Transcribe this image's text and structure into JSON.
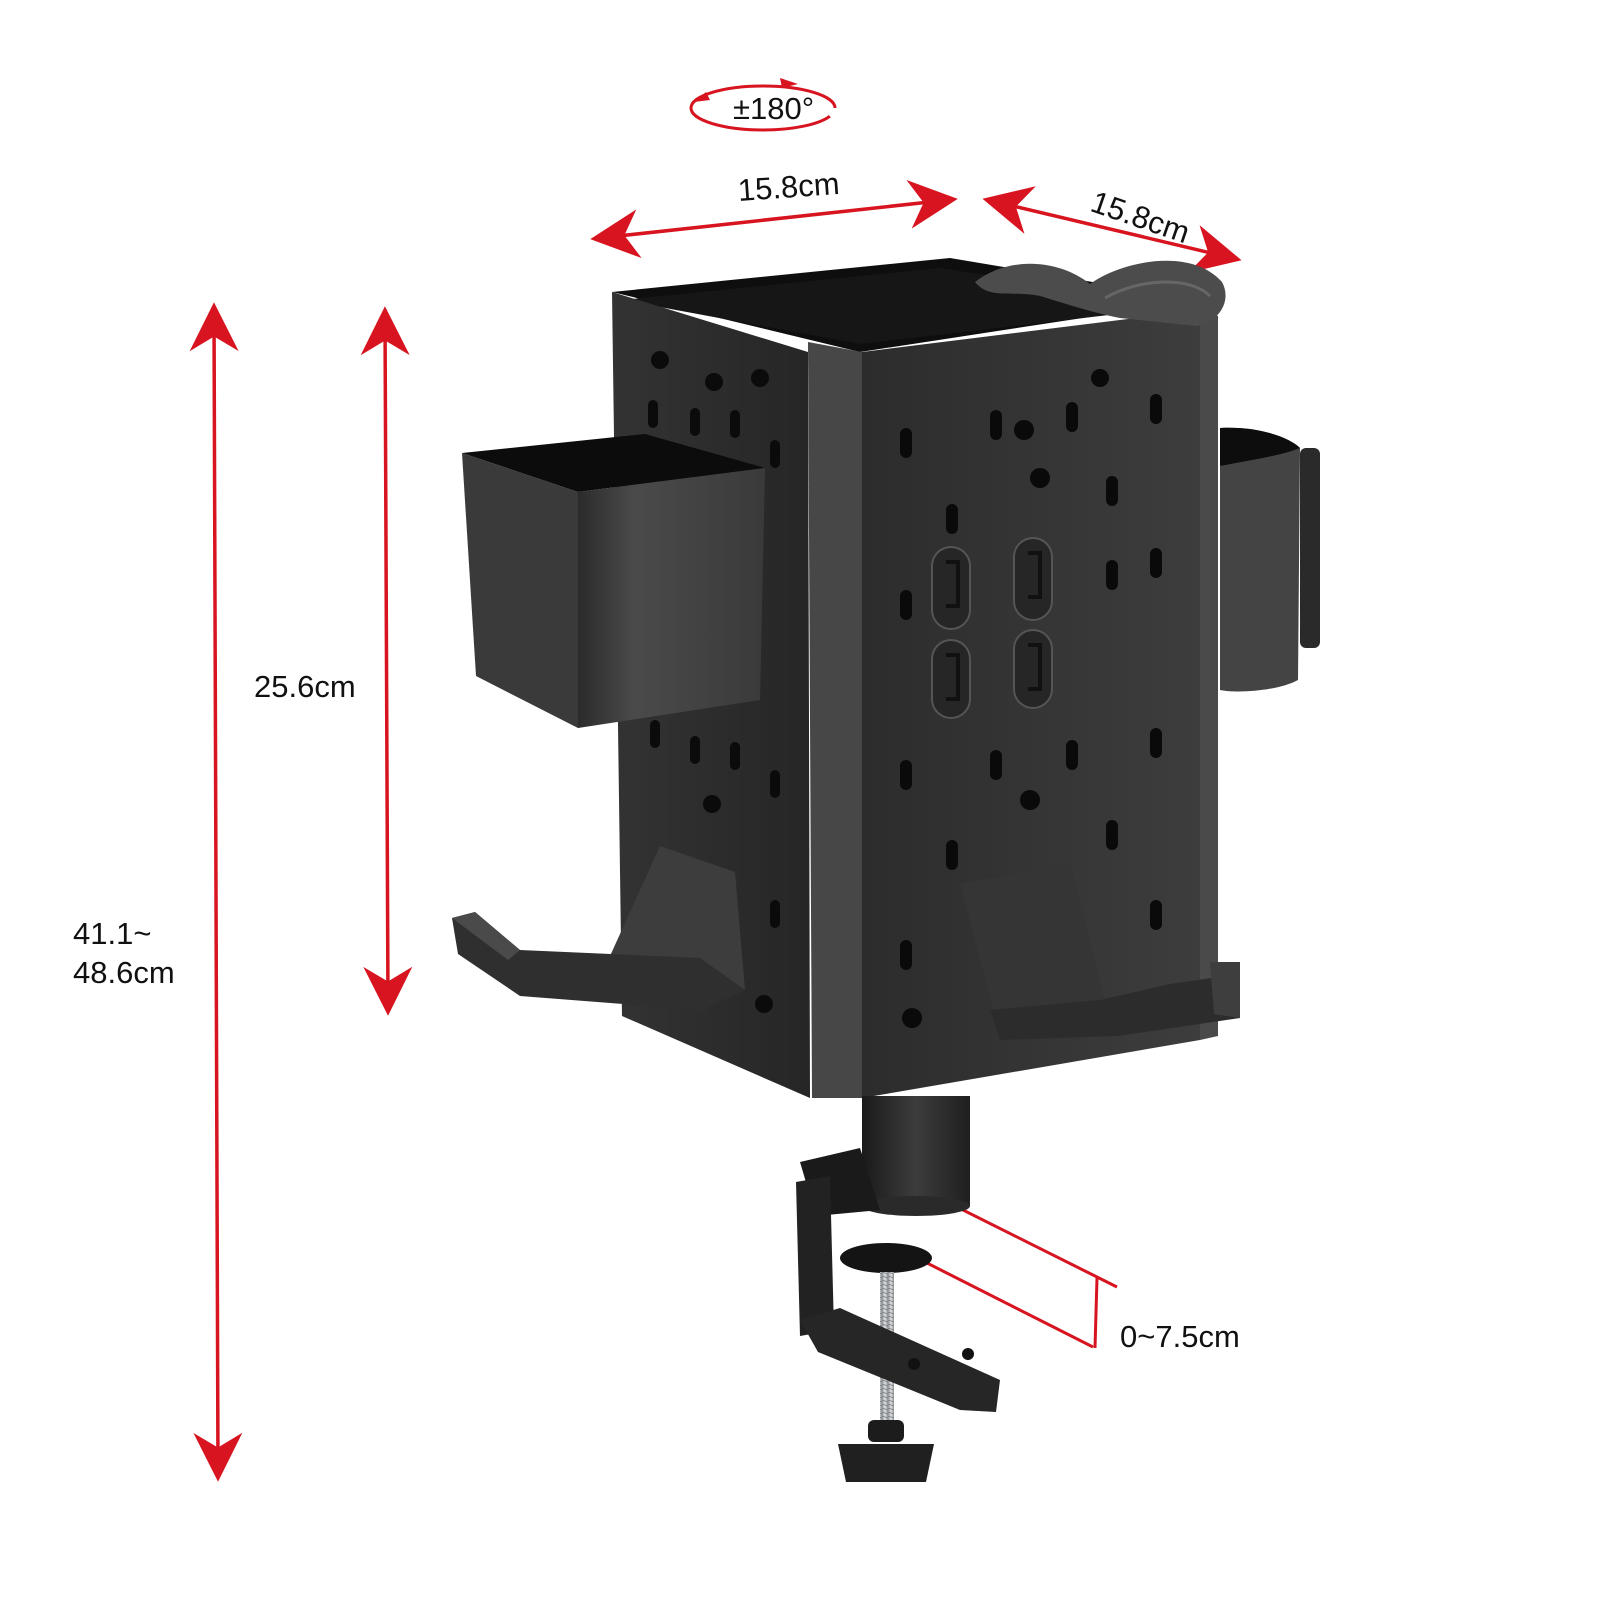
{
  "diagram": {
    "subject": "Pegboard desk organizer tower with C-clamp mount",
    "colors": {
      "dimension_line": "#d7141f",
      "text": "#111111",
      "product_dark": "#1e1e1e",
      "product_mid": "#3a3a3a",
      "product_light": "#575757",
      "background": "#ffffff"
    },
    "dimensions": {
      "rotation": "±180°",
      "width": "15.8cm",
      "depth": "15.8cm",
      "box_height": "25.6cm",
      "total_height_line1": "41.1~",
      "total_height_line2": "48.6cm",
      "clamp_range": "0~7.5cm"
    },
    "components": [
      {
        "name": "Pegboard cube tower",
        "icon": "pegboard-tower"
      },
      {
        "name": "Storage cup (left)",
        "icon": "square-cup"
      },
      {
        "name": "Round cup holder (right)",
        "icon": "round-cup"
      },
      {
        "name": "Pegboard hooks x4",
        "icon": "hook"
      },
      {
        "name": "Headphone hangers x2",
        "icon": "headphone-hanger"
      },
      {
        "name": "Top headphone rest",
        "icon": "headrest"
      },
      {
        "name": "Pole and C-clamp",
        "icon": "c-clamp"
      }
    ]
  }
}
